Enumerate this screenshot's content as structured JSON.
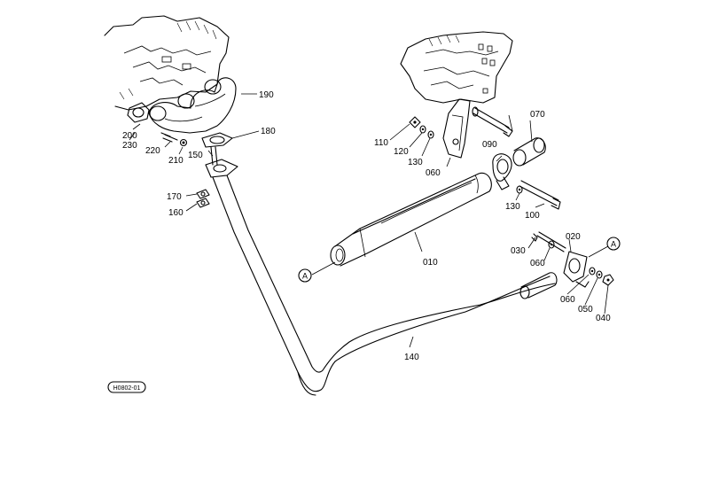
{
  "diagram_code": "H0802-01",
  "parts": {
    "p010": "010",
    "p020": "020",
    "p030": "030",
    "p040": "040",
    "p050": "050",
    "p060a": "060",
    "p060b": "060",
    "p060c": "060",
    "p070": "070",
    "p090": "090",
    "p100": "100",
    "p110": "110",
    "p120": "120",
    "p130a": "130",
    "p130b": "130",
    "p140": "140",
    "p150": "150",
    "p160": "160",
    "p170": "170",
    "p180": "180",
    "p190": "190",
    "p200": "200",
    "p210": "210",
    "p220": "220",
    "p230": "230"
  },
  "refs": {
    "connect_left": "A",
    "connect_right": "A"
  }
}
